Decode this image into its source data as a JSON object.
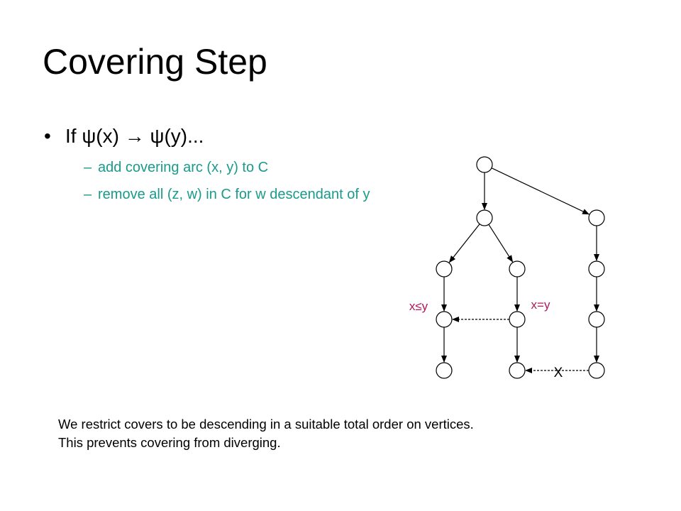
{
  "slide": {
    "title": "Covering Step",
    "bullet": {
      "marker": "•",
      "text": "If ψ(x)  → ψ(y)...",
      "sub_items": [
        {
          "marker": "–",
          "text": "add covering arc (x, y) to C"
        },
        {
          "marker": "–",
          "text": "remove all (z, w) in C for w descendant of y"
        }
      ]
    },
    "note_lines": [
      "We restrict covers to be descending in a suitable total order on vertices.",
      "This prevents covering from diverging."
    ]
  },
  "diagram": {
    "labels": {
      "x_leq_y": "x≤y",
      "x_eq_y": "x=y",
      "cross": "X"
    },
    "colors": {
      "label": "#b0185a",
      "teal": "#1a9a8a",
      "line": "#000000"
    },
    "nodes": [
      "root",
      "a",
      "b",
      "c",
      "d",
      "e",
      "f",
      "g",
      "h",
      "i",
      "j",
      "k"
    ],
    "edges": [
      {
        "from": "root",
        "to": "a",
        "style": "solid"
      },
      {
        "from": "root",
        "to": "b",
        "style": "solid"
      },
      {
        "from": "a",
        "to": "c",
        "style": "solid"
      },
      {
        "from": "a",
        "to": "d",
        "style": "solid"
      },
      {
        "from": "b",
        "to": "e",
        "style": "solid"
      },
      {
        "from": "c",
        "to": "f",
        "style": "solid"
      },
      {
        "from": "d",
        "to": "g",
        "style": "solid"
      },
      {
        "from": "e",
        "to": "h",
        "style": "solid"
      },
      {
        "from": "f",
        "to": "i",
        "style": "solid"
      },
      {
        "from": "g",
        "to": "j",
        "style": "solid"
      },
      {
        "from": "h",
        "to": "k",
        "style": "solid"
      },
      {
        "from": "g",
        "to": "f",
        "style": "dashed"
      },
      {
        "from": "k",
        "to": "j",
        "style": "dashed"
      }
    ]
  }
}
